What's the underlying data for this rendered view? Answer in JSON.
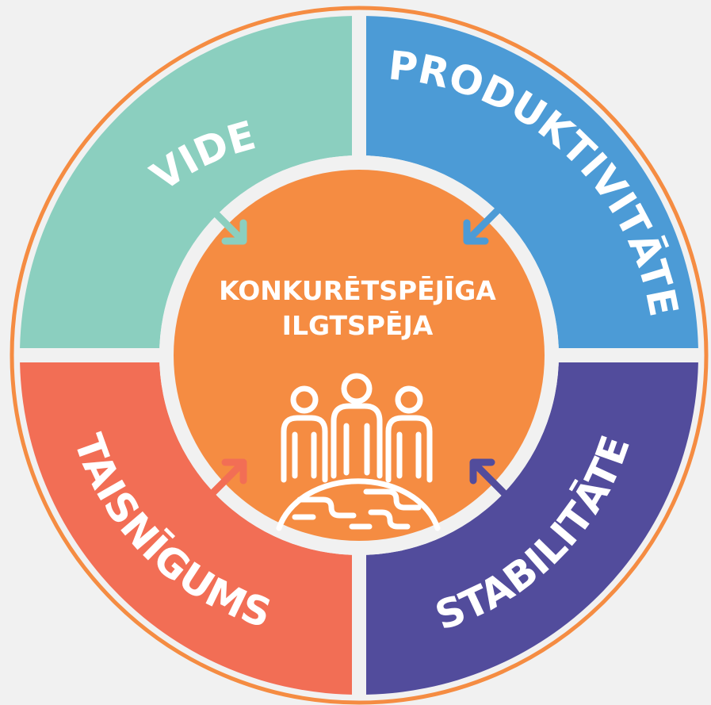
{
  "center": {
    "title_line1": "KONKURĒTSPĒJĪGA",
    "title_line2": "ILGTSPĒJA",
    "icon": "people-on-globe-icon"
  },
  "segments": [
    {
      "key": "vide",
      "label": "VIDE",
      "color": "#8bcfbf"
    },
    {
      "key": "produktivitate",
      "label": "PRODUKTIVITĀTE",
      "color": "#4c9bd6"
    },
    {
      "key": "taisnigums",
      "label": "TAISNĪGUMS",
      "color": "#f26e55"
    },
    {
      "key": "stabilitate",
      "label": "STABILITĀTE",
      "color": "#524c9c"
    }
  ],
  "colors": {
    "ring": "#f58c42",
    "center_fill": "#f58c42",
    "background": "#f1f1f1"
  }
}
